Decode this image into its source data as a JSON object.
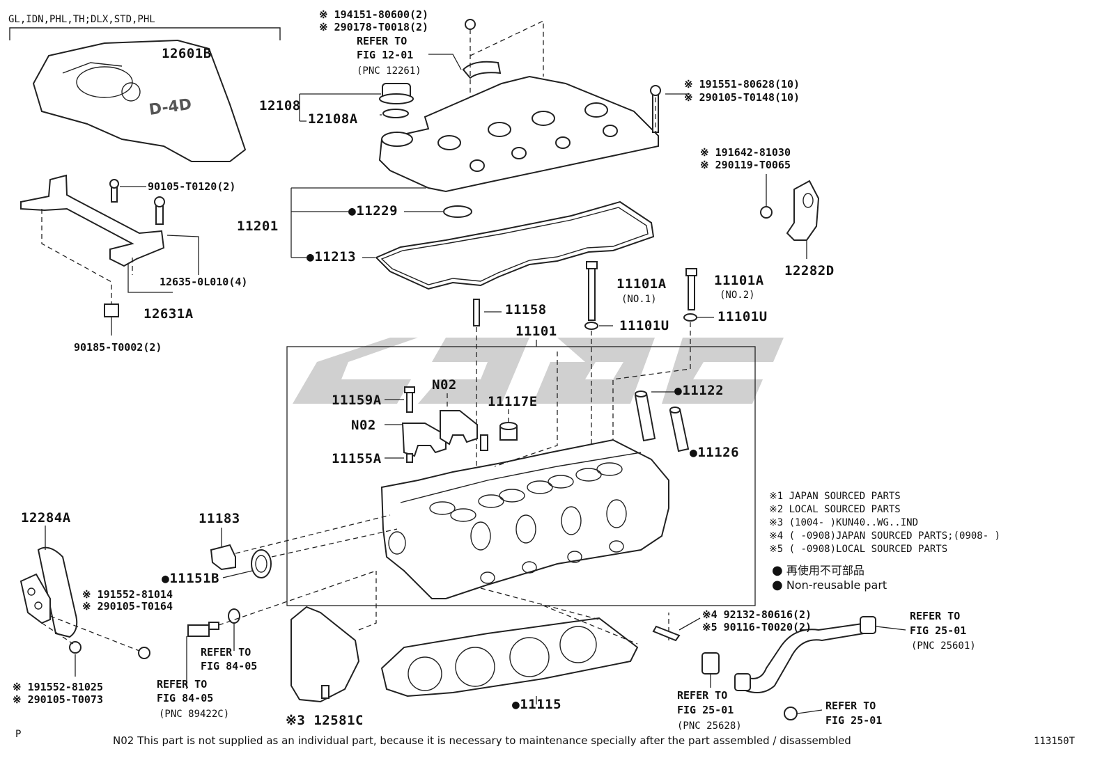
{
  "header": {
    "applicability": "GL,IDN,PHL,TH;DLX,STD,PHL"
  },
  "parts": {
    "p12601B": "12601B",
    "p12108": "12108",
    "p12108A": "12108A",
    "p11201": "11201",
    "p11229": "11229",
    "p11213": "11213",
    "p12635": "12635-0L010(4)",
    "p12631A": "12631A",
    "p90105_0120": "90105-T0120(2)",
    "p90185": "90185-T0002(2)",
    "p12282D": "12282D",
    "p11101A_1": "11101A",
    "p11101A_1_sub": "(NO.1)",
    "p11101A_2": "11101A",
    "p11101A_2_sub": "(NO.2)",
    "p11101U_1": "11101U",
    "p11101U_2": "11101U",
    "p11158": "11158",
    "p11101": "11101",
    "p11159A": "11159A",
    "pN02a": "N02",
    "pN02b": "N02",
    "p11117E": "11117E",
    "p11155A": "11155A",
    "p11122": "11122",
    "p11126": "11126",
    "p12284A": "12284A",
    "p11183": "11183",
    "p11151B": "11151B",
    "p11115": "11115",
    "p12581C": "12581C",
    "p12581C_mark": "※3"
  },
  "refs": {
    "cap_bolt_1": "※ 194151-80600(2)",
    "cap_bolt_2": "※ 290178-T0018(2)",
    "refer_12_01_a": "REFER TO",
    "refer_12_01_b": "FIG 12-01",
    "refer_12_01_c": "(PNC 12261)",
    "cover_bolt_1": "※ 191551-80628(10)",
    "cover_bolt_2": "※ 290105-T0148(10)",
    "hook_bolt_1": "※ 191642-81030",
    "hook_bolt_2": "※ 290119-T0065",
    "hook2_bolt_1": "※ 191552-81014",
    "hook2_bolt_2": "※ 290105-T0164",
    "hook2_bolt_3": "※ 191552-81025",
    "hook2_bolt_4": "※ 290105-T0073",
    "stud_1": "※4 92132-80616(2)",
    "stud_2": "※5 90116-T0020(2)",
    "refer_84_a1": "REFER TO",
    "refer_84_a2": "FIG 84-05",
    "refer_84_b1": "REFER TO",
    "refer_84_b2": "FIG 84-05",
    "refer_84_b3": "(PNC 89422C)",
    "refer_25_a1": "REFER TO",
    "refer_25_a2": "FIG 25-01",
    "refer_25_a3": "(PNC 25601)",
    "refer_25_b1": "REFER TO",
    "refer_25_b2": "FIG 25-01",
    "refer_25_b3": "(PNC 25628)",
    "refer_25_c1": "REFER TO",
    "refer_25_c2": "FIG 25-01"
  },
  "legend": {
    "l1": "※1 JAPAN SOURCED PARTS",
    "l2": "※2 LOCAL SOURCED PARTS",
    "l3": "※3 (1004-       )KUN40..WG..IND",
    "l4": "※4 (        -0908)JAPAN SOURCED PARTS;(0908-        )",
    "l5": "※5 (        -0908)LOCAL SOURCED PARTS",
    "non_reusable_jp": "再使用不可部品",
    "non_reusable_en": "Non-reusable part"
  },
  "footer": {
    "left_mark": "P",
    "note": "N02 This part is not supplied as an individual part, because it is necessary to maintenance specially after the part assembled / disassembled",
    "figure_id": "113150T"
  },
  "colors": {
    "ink": "#111111",
    "watermark": "#c8c8c8"
  }
}
